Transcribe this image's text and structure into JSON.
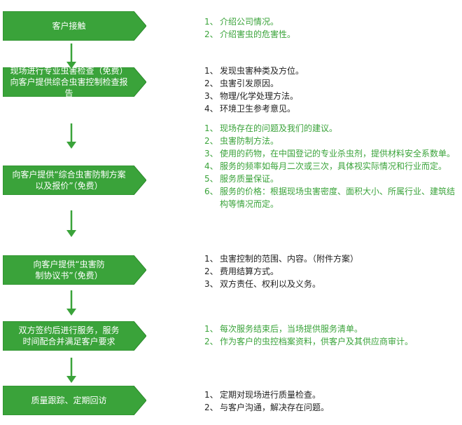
{
  "colors": {
    "step_fill": "#3aa33a",
    "step_edge": "#2a8a2a",
    "arrow": "#3aa33a",
    "green_text": "#3aa33a",
    "dark_text": "#222222"
  },
  "steps": [
    {
      "label": "客户接触",
      "notes_color": "green",
      "notes": [
        {
          "num": "1、",
          "text": "介绍公司情况。"
        },
        {
          "num": "2、",
          "text": "介绍害虫的危害性。"
        }
      ]
    },
    {
      "label": "现场进行专业虫害检查（免费）\n向客户提供综合虫害控制检查报告",
      "notes_color": "dark",
      "notes": [
        {
          "num": "1、",
          "text": "发现虫害种类及方位。"
        },
        {
          "num": "2、",
          "text": "虫害引发原因。"
        },
        {
          "num": "3、",
          "text": "物理/化学处理方法。"
        },
        {
          "num": "4、",
          "text": "环境卫生参考意见。"
        }
      ]
    },
    {
      "label": "向客户提供“综合虫害防制方案\n以及报价”（免费）",
      "notes_color": "green",
      "notes": [
        {
          "num": "1、",
          "text": "现场存在的问题及我们的建议。"
        },
        {
          "num": "2、",
          "text": "虫害防制方法。"
        },
        {
          "num": "3、",
          "text": "使用的药物，在中国登记的专业杀虫剂，提供材料安全系数单。"
        },
        {
          "num": "4、",
          "text": "服务的频率如每月二次或三次，具体视实际情况和行业而定。"
        },
        {
          "num": "5、",
          "text": "服务质量保证。"
        },
        {
          "num": "6、",
          "text": "服务的价格：根据现场虫害密度、面积大小、所属行业、建筑结构等情况而定。"
        }
      ]
    },
    {
      "label": "向客户提供“虫害防\n制协议书”（免费）",
      "notes_color": "dark",
      "notes": [
        {
          "num": "1、",
          "text": "虫害控制的范围、内容。（附件方案）"
        },
        {
          "num": "2、",
          "text": "费用结算方式。"
        },
        {
          "num": "3、",
          "text": "双方责任、权利以及义务。"
        }
      ]
    },
    {
      "label": "双方签约后进行服务，服务\n时间配合并满足客户要求",
      "notes_color": "green",
      "notes": [
        {
          "num": "1、",
          "text": "每次服务结束后，当场提供服务清单。"
        },
        {
          "num": "2、",
          "text": "作为客户的虫控档案资料，供客户及其供应商审计。"
        }
      ]
    },
    {
      "label": "质量跟踪、定期回访",
      "notes_color": "dark",
      "notes": [
        {
          "num": "1、",
          "text": "定期对现场进行质量检查。"
        },
        {
          "num": "2、",
          "text": "与客户沟通，解决存在问题。"
        }
      ]
    }
  ]
}
